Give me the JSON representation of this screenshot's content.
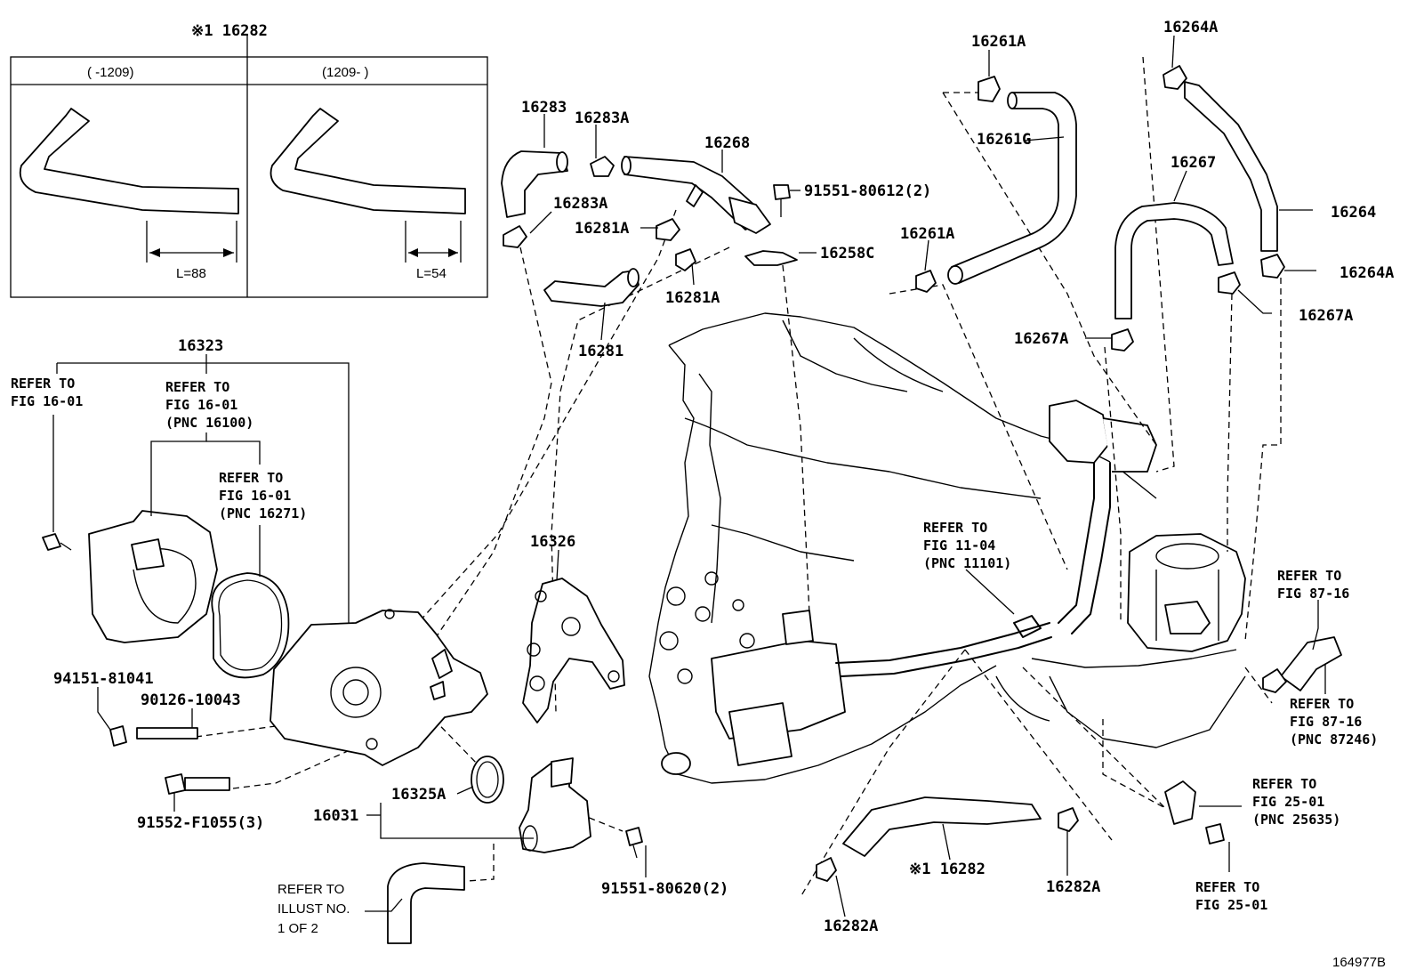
{
  "diagram_id": "164977B",
  "inset": {
    "title": "※1 16282",
    "left_range": "(      -1209)",
    "right_range": "(1209-      )",
    "left_length": "L=88",
    "right_length": "L=54"
  },
  "labels": {
    "p16283": "16283",
    "p16283A_top": "16283A",
    "p16283A_mid": "16283A",
    "p16268": "16268",
    "p91551_80612": "91551-80612(2)",
    "p16281A_a": "16281A",
    "p16281A_b": "16281A",
    "p16258C": "16258C",
    "p16281": "16281",
    "p16261A_top": "16261A",
    "p16261G": "16261G",
    "p16261A_mid": "16261A",
    "p16264A_top": "16264A",
    "p16264": "16264",
    "p16264A_mid": "16264A",
    "p16267": "16267",
    "p16267A_right": "16267A",
    "p16267A_left": "16267A",
    "p16323": "16323",
    "p16326": "16326",
    "p94151_81041": "94151-81041",
    "p90126_10043": "90126-10043",
    "p91552_F1055": "91552-F1055(3)",
    "p16325A": "16325A",
    "p16031": "16031",
    "p91551_80620": "91551-80620(2)",
    "p16282_bottom": "※1 16282",
    "p16282A_right": "16282A",
    "p16282A_left": "16282A"
  },
  "refs": {
    "fig1601_left": [
      "REFER TO",
      "FIG 16-01"
    ],
    "fig1601_pnc16100": [
      "REFER TO",
      "FIG 16-01",
      "(PNC 16100)"
    ],
    "fig1601_pnc16271": [
      "REFER TO",
      "FIG 16-01",
      "(PNC 16271)"
    ],
    "fig1104": [
      "REFER TO",
      "FIG 11-04",
      "(PNC 11101)"
    ],
    "fig8716_top": [
      "REFER TO",
      "FIG 87-16"
    ],
    "fig8716_pnc": [
      "REFER TO",
      "FIG 87-16",
      "(PNC 87246)"
    ],
    "fig2501_pnc": [
      "REFER TO",
      "FIG 25-01",
      "(PNC 25635)"
    ],
    "fig2501": [
      "REFER TO",
      "FIG 25-01"
    ],
    "illust": [
      "REFER TO",
      "ILLUST NO.",
      "1 OF 2"
    ]
  }
}
